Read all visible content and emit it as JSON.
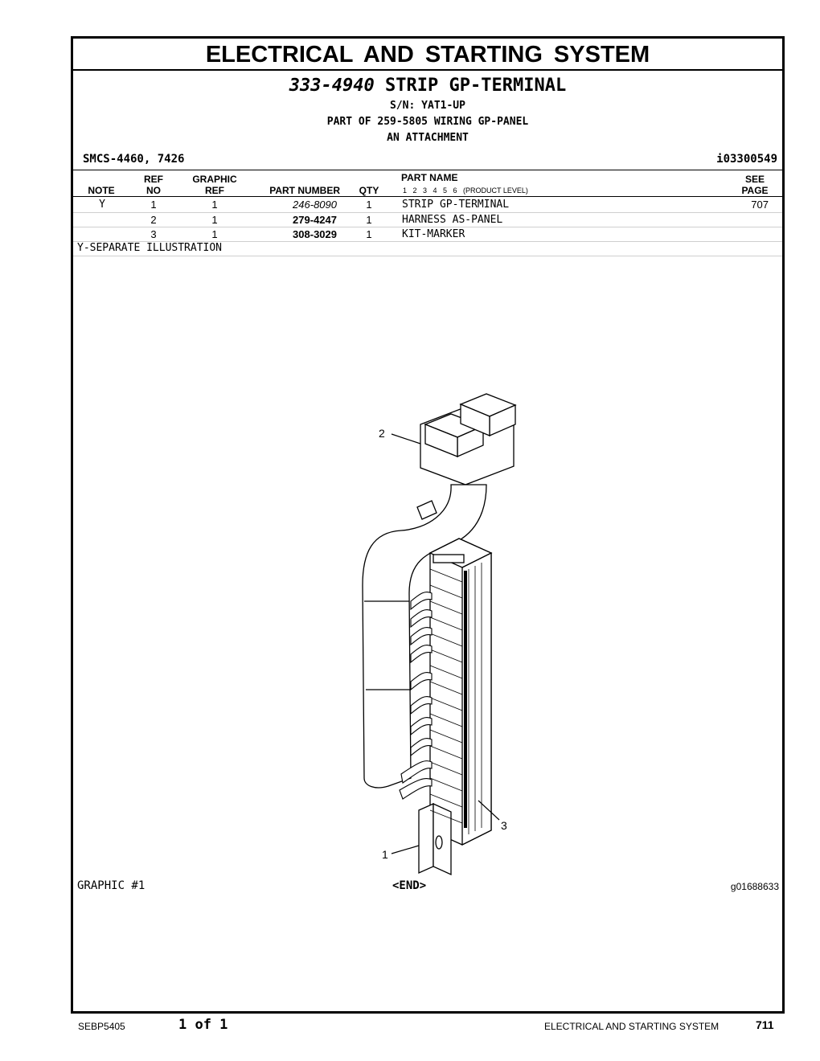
{
  "section_title": "ELECTRICAL AND STARTING SYSTEM",
  "header": {
    "part_number": "333-4940",
    "part_name": "STRIP GP-TERMINAL",
    "serial": "S/N: YAT1-UP",
    "part_of": "PART OF 259-5805 WIRING GP-PANEL",
    "attachment": "AN ATTACHMENT",
    "smcs": "SMCS-4460, 7426",
    "illustration_id": "i03300549"
  },
  "columns": {
    "note": "NOTE",
    "ref_top": "REF",
    "ref_bottom": "NO",
    "graphic_top": "GRAPHIC",
    "graphic_bottom": "REF",
    "part_number": "PART NUMBER",
    "qty": "QTY",
    "part_name": "PART NAME",
    "levels": "1   2   3   4   5   6   (PRODUCT LEVEL)",
    "see_top": "SEE",
    "see_bottom": "PAGE"
  },
  "rows": [
    {
      "note": "Y",
      "ref": "1",
      "graphic": "1",
      "part_number": "246-8090",
      "qty": "1",
      "name": "STRIP GP-TERMINAL",
      "page": "707"
    },
    {
      "note": "",
      "ref": "2",
      "graphic": "1",
      "part_number": "279-4247",
      "qty": "1",
      "name": "HARNESS AS-PANEL",
      "page": ""
    },
    {
      "note": "",
      "ref": "3",
      "graphic": "1",
      "part_number": "308-3029",
      "qty": "1",
      "name": "KIT-MARKER",
      "page": ""
    }
  ],
  "footnote": "Y-SEPARATE ILLUSTRATION",
  "illustration": {
    "callouts": [
      "2",
      "3",
      "1"
    ],
    "graphic_label": "GRAPHIC #1",
    "end_label": "<END>",
    "graphic_id": "g01688633"
  },
  "footer": {
    "doc": "SEBP5405",
    "pages": "1 of 1",
    "section": "ELECTRICAL AND STARTING SYSTEM",
    "page": "711"
  }
}
